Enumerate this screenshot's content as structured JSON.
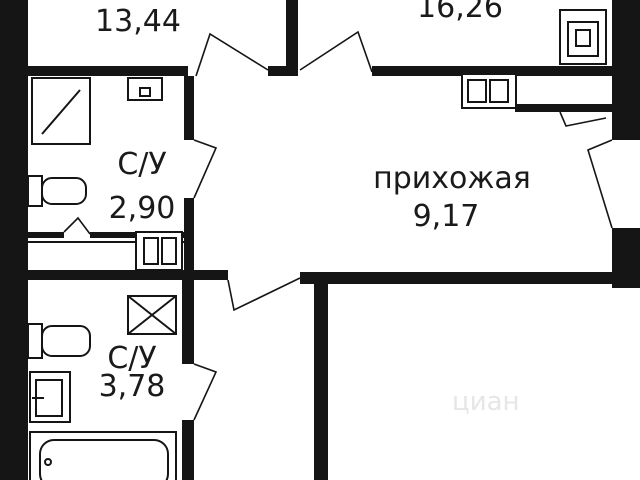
{
  "rooms": {
    "top_left_area": "13,44",
    "top_right_area": "16,26",
    "bathroom1_name": "С/У",
    "bathroom1_area": "2,90",
    "hallway_name": "прихожая",
    "hallway_area": "9,17",
    "bathroom2_name": "С/У",
    "bathroom2_area": "3,78"
  },
  "watermark": {
    "text": "циан"
  },
  "colors": {
    "wall": "#151515",
    "background": "#ffffff"
  }
}
